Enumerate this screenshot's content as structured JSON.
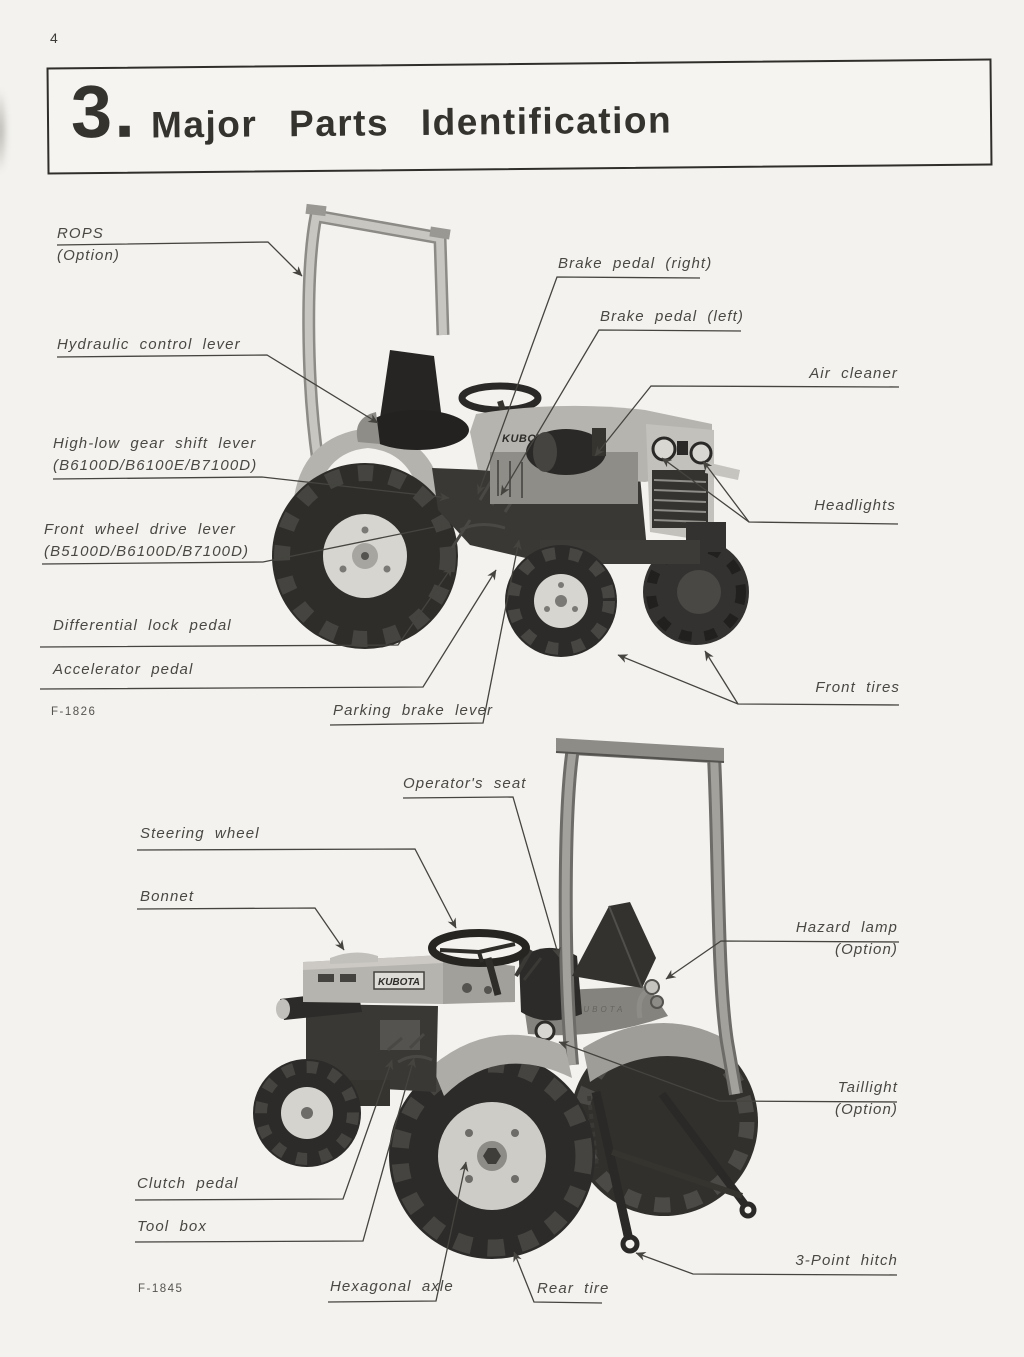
{
  "page": {
    "number": "4"
  },
  "title": {
    "number": "3.",
    "text": "Major Parts Identification"
  },
  "figure1": {
    "code": "F-1826",
    "brand": "KUBOTA",
    "labels": {
      "rops": {
        "l1": "ROPS",
        "l2": "(Option)"
      },
      "hydraulic_control_lever": "Hydraulic control lever",
      "high_low_gear_shift_lever": {
        "l1": "High-low gear shift lever",
        "l2": "(B6100D/B6100E/B7100D)"
      },
      "front_wheel_drive_lever": {
        "l1": "Front wheel drive lever",
        "l2": "(B5100D/B6100D/B7100D)"
      },
      "differential_lock_pedal": "Differential lock pedal",
      "accelerator_pedal": "Accelerator pedal",
      "parking_brake_lever": "Parking brake lever",
      "brake_pedal_right": "Brake pedal (right)",
      "brake_pedal_left": "Brake pedal (left)",
      "air_cleaner": "Air cleaner",
      "headlights": "Headlights",
      "front_tires": "Front tires"
    }
  },
  "figure2": {
    "code": "F-1845",
    "brand": "KUBOTA",
    "labels": {
      "operators_seat": "Operator's seat",
      "steering_wheel": "Steering wheel",
      "bonnet": "Bonnet",
      "hazard_lamp": {
        "l1": "Hazard lamp",
        "l2": "(Option)"
      },
      "taillight": {
        "l1": "Taillight",
        "l2": "(Option)"
      },
      "clutch_pedal": "Clutch pedal",
      "tool_box": "Tool box",
      "hexagonal_axle": "Hexagonal axle",
      "rear_tire": "Rear tire",
      "three_point_hitch": "3-Point hitch"
    }
  },
  "colors": {
    "paper": "#f3f2ee",
    "ink": "#34332e",
    "label_ink": "#4a4843"
  }
}
